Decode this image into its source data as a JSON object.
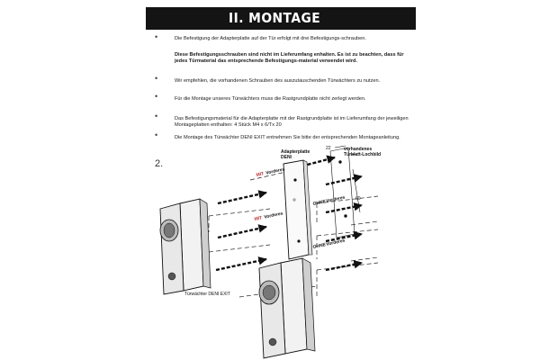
{
  "section_title": "II. MONTAGE",
  "paragraphs": [
    "Die Befestigung der Adapterplatte auf der Tür erfolgt mit drei Befestigungs-schrauben.",
    "Diese Befestigungsschrauben sind nicht im Lieferumfang enhalten. Es ist zu beachten, dass für jedes Türmaterial das entsprechende Befestigungs-material verwendet wird.",
    "Wir empfehlen, die vorhandenen Schrauben des auszutauschenden Türwächters zu nutzen.",
    "Für die Montage unseres Türwächters muss die Rastgrundplatte nicht zerlegt werden.",
    "Das Befestigungsmaterial für die Adapterplatte mit der Rastgrundplatte ist im Lieferumfang der jeweiligen Montageplatten enthalten: 4 Stück M4 x 6/Tx 20",
    "Die Montage des Türwächter DENI EXIT entnehmen Sie bitte der entsprechenden Montageanleitung."
  ],
  "step_number": "2.",
  "diagram": {
    "label_adapter_line1": "Adapterplatte",
    "label_adapter_line2": "DENI",
    "label_vorhandenes_line1": "vorhandenes",
    "label_vorhandenes_line2": "Türblatt-Lochbild",
    "label_device": "Türwächter DENI EXIT",
    "mit_prefix": "MIT",
    "ohne_prefix": "OHNE",
    "vorderes_suffix": "Vorderes",
    "dim_top": "22",
    "dim_side": "60"
  },
  "colors": {
    "title_bg": "#141414",
    "accent_red": "#d22222"
  }
}
